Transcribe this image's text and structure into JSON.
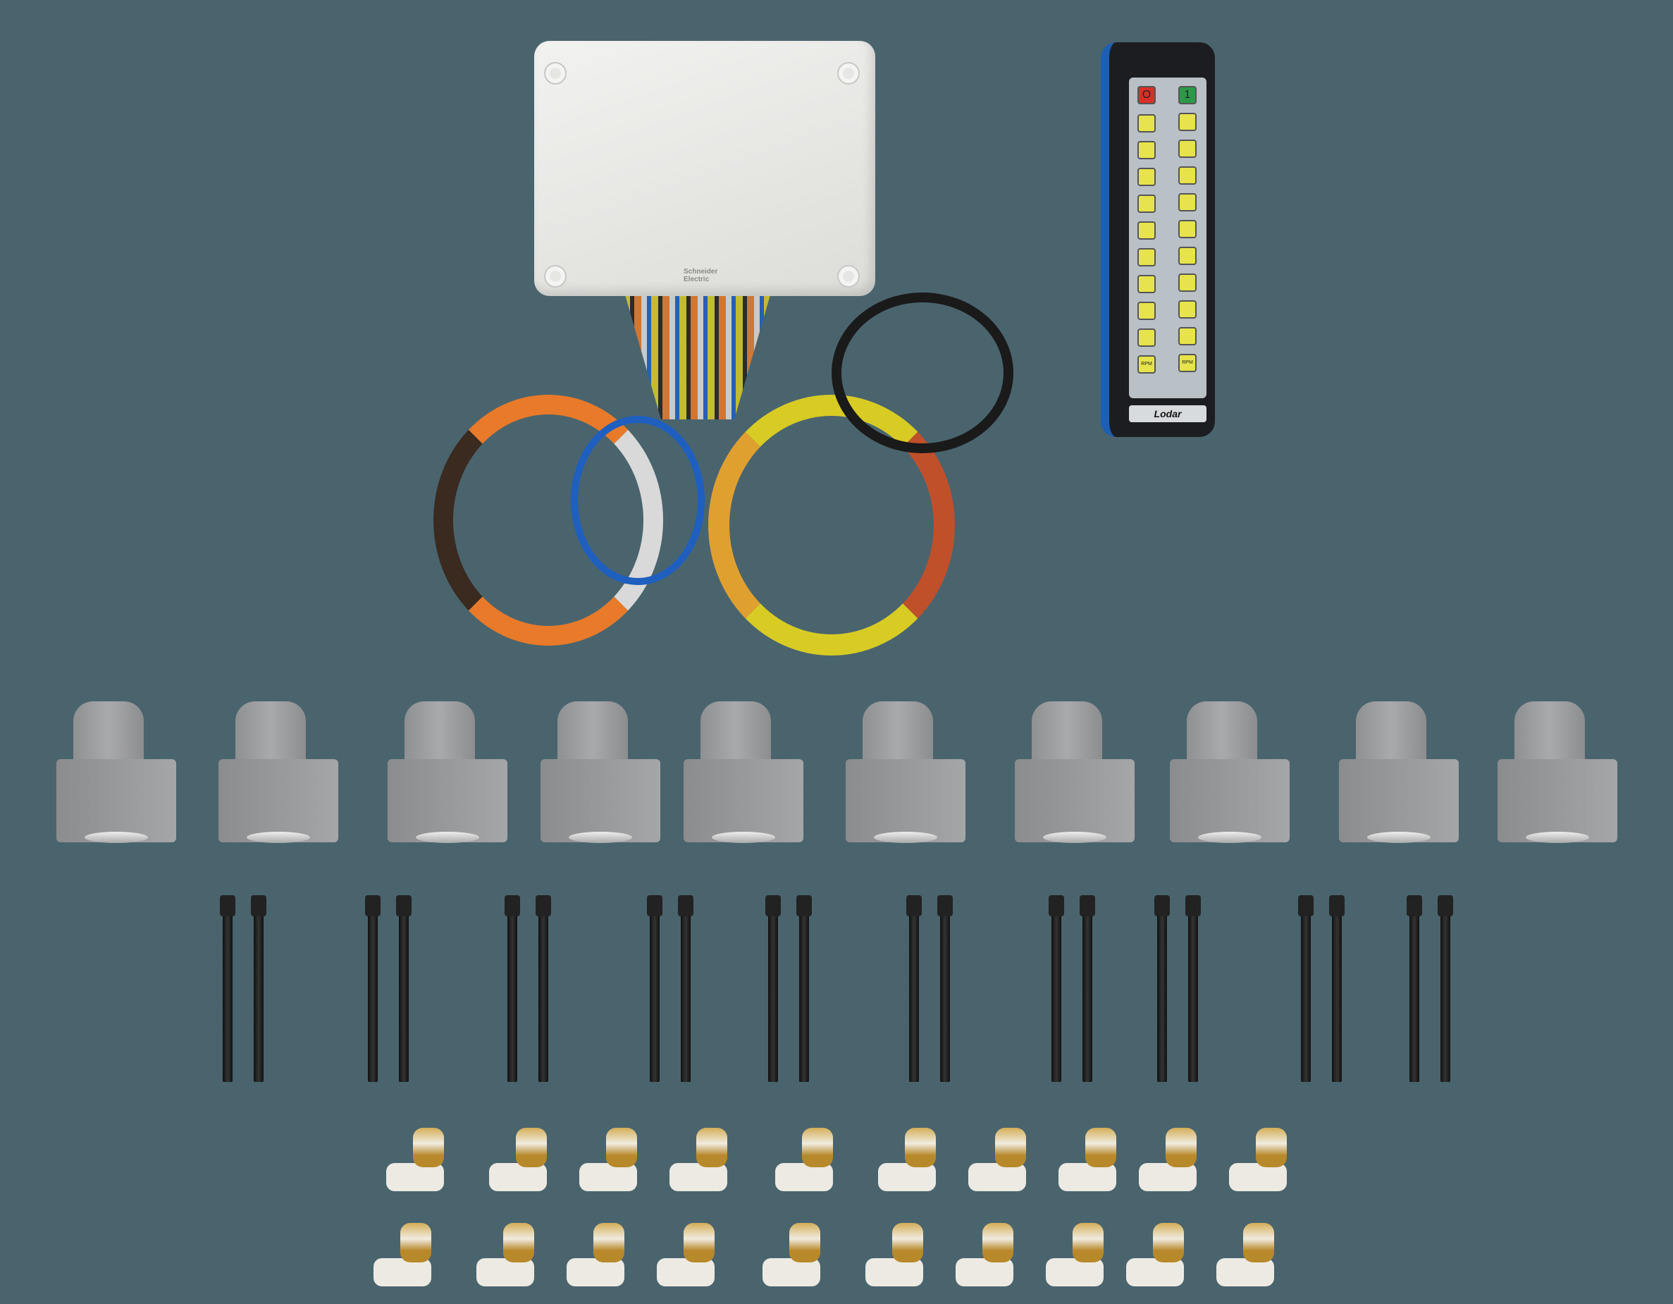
{
  "scene": {
    "description": "Product kit photo on slate background",
    "background_color": "#4a646e"
  },
  "control_box": {
    "brand_text": "Schneider Electric",
    "color": "#e8e8e5",
    "wire_colors": [
      "#e87a2a",
      "#d9d9d9",
      "#1e5fc0",
      "#d8cc24",
      "#1a1a1a",
      "#c0502a"
    ]
  },
  "remote": {
    "brand_text": "Lodar",
    "power_off_label": "O",
    "power_on_label": "1",
    "rpm_label": "RPM",
    "button_rows": 10,
    "buttons_per_row": 2,
    "accent_color": "#1d5fb4"
  },
  "parts": {
    "valve_block_count": 10,
    "bolt_count": 20,
    "fitting_count": 20
  }
}
